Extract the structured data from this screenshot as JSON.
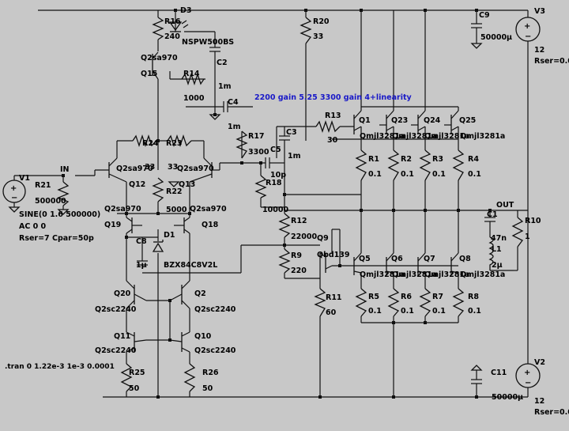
{
  "annotations": {
    "gain_note": "2200  gain 5.25  3300 gain 4+linearity",
    "tran_directive": ".tran 0 1.22e-3 1e-3 0.0001"
  },
  "nets": {
    "in": "IN",
    "out": "OUT"
  },
  "sources": {
    "v1": {
      "name": "V1",
      "line1": "SINE(0 1.6 500000)",
      "line2": "AC 0 0",
      "line3": "Rser=7 Cpar=50p"
    },
    "v2": {
      "name": "V2",
      "value": "12",
      "rser": "Rser=0.05"
    },
    "v3": {
      "name": "V3",
      "value": "12",
      "rser": "Rser=0.05"
    }
  },
  "resistors": {
    "r1": {
      "name": "R1",
      "value": "0.1"
    },
    "r2": {
      "name": "R2",
      "value": "0.1"
    },
    "r3": {
      "name": "R3",
      "value": "0.1"
    },
    "r4": {
      "name": "R4",
      "value": "0.1"
    },
    "r5": {
      "name": "R5",
      "value": "0.1"
    },
    "r6": {
      "name": "R6",
      "value": "0.1"
    },
    "r7": {
      "name": "R7",
      "value": "0.1"
    },
    "r8": {
      "name": "R8",
      "value": "0.1"
    },
    "r9": {
      "name": "R9",
      "value": "220"
    },
    "r10": {
      "name": "R10",
      "value": "1"
    },
    "r11": {
      "name": "R11",
      "value": "60"
    },
    "r12": {
      "name": "R12",
      "value": "22000"
    },
    "r13": {
      "name": "R13",
      "value": "30"
    },
    "r14": {
      "name": "R14",
      "value": "1000"
    },
    "r16": {
      "name": "R16",
      "value": "240"
    },
    "r17": {
      "name": "R17",
      "value": "3300"
    },
    "r18": {
      "name": "R18",
      "value": "10000"
    },
    "r20": {
      "name": "R20",
      "value": "33"
    },
    "r21": {
      "name": "R21",
      "value": "500000"
    },
    "r22": {
      "name": "R22",
      "value": "5000"
    },
    "r23": {
      "name": "R23",
      "value": "33"
    },
    "r24": {
      "name": "R24",
      "value": "33"
    },
    "r25": {
      "name": "R25",
      "value": "50"
    },
    "r26": {
      "name": "R26",
      "value": "50"
    }
  },
  "capacitors": {
    "c1": {
      "name": "C1",
      "value": "47n"
    },
    "c2": {
      "name": "C2",
      "value": "1m"
    },
    "c3": {
      "name": "C3",
      "value": "1m"
    },
    "c4": {
      "name": "C4",
      "value": "1m"
    },
    "c5": {
      "name": "C5",
      "value": "10p"
    },
    "c8": {
      "name": "C8",
      "value": "1µ"
    },
    "c9": {
      "name": "C9",
      "value": "50000µ"
    },
    "c11": {
      "name": "C11",
      "value": "50000µ"
    }
  },
  "inductors": {
    "l1": {
      "name": "L1",
      "value": "2µ"
    }
  },
  "diodes": {
    "d1": {
      "name": "D1",
      "value": "BZX84C8V2L"
    },
    "d3": {
      "name": "D3",
      "value": "NSPW500BS"
    }
  },
  "transistors": {
    "q1": {
      "name": "Q1",
      "model": "Qmjl3281a"
    },
    "q23": {
      "name": "Q23",
      "model": "Qmjl3281a"
    },
    "q24": {
      "name": "Q24",
      "model": "Qmjl3281a"
    },
    "q25": {
      "name": "Q25",
      "model": "Qmjl3281a"
    },
    "q5": {
      "name": "Q5",
      "model": "Qmjl3281a"
    },
    "q6": {
      "name": "Q6",
      "model": "Qmjl3281a"
    },
    "q7": {
      "name": "Q7",
      "model": "Qmjl3281a"
    },
    "q8": {
      "name": "Q8",
      "model": "Qmjl3281a"
    },
    "q9": {
      "name": "Q9",
      "model": "Qbd139"
    },
    "q2": {
      "name": "Q2",
      "model": "Q2sc2240"
    },
    "q10": {
      "name": "Q10",
      "model": "Q2sc2240"
    },
    "q11": {
      "name": "Q11",
      "model": "Q2sc2240"
    },
    "q20": {
      "name": "Q20",
      "model": "Q2sc2240"
    },
    "q12": {
      "name": "Q12",
      "model": "Q2sa970"
    },
    "q13": {
      "name": "Q13",
      "model": "Q2sa970"
    },
    "q15": {
      "name": "Q15",
      "model": "Q2sa970"
    },
    "q18": {
      "name": "Q18",
      "model": "Q2sa970"
    },
    "q19": {
      "name": "Q19",
      "model": "Q2sa970"
    }
  },
  "colors": {
    "background": "#c8c8c8",
    "wire": "#101010",
    "note": "#1818c8"
  }
}
